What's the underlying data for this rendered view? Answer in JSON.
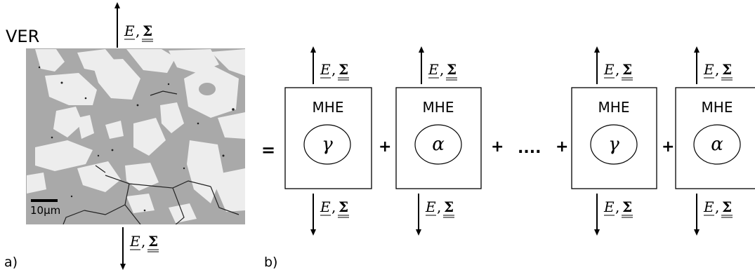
{
  "panel_a": {
    "label": "a)",
    "title": "VER",
    "load_label_E": "E",
    "load_label_sep": ",",
    "load_label_Sigma": "Σ",
    "scale_bar_label": "10μm"
  },
  "panel_b": {
    "label": "b)",
    "equals": "=",
    "ellipsis": "....",
    "plus": "+",
    "cells": [
      {
        "title": "MHE",
        "phase": "γ",
        "load_E": "E",
        "load_sep": ",",
        "load_Sigma": "Σ"
      },
      {
        "title": "MHE",
        "phase": "α",
        "load_E": "E",
        "load_sep": ",",
        "load_Sigma": "Σ"
      },
      {
        "title": "MHE",
        "phase": "γ",
        "load_E": "E",
        "load_sep": ",",
        "load_Sigma": "Σ"
      },
      {
        "title": "MHE",
        "phase": "α",
        "load_E": "E",
        "load_sep": ",",
        "load_Sigma": "Σ"
      }
    ]
  },
  "colors": {
    "micrograph_matrix": "#a9a9a9",
    "micrograph_grain": "#ededed",
    "ink": "#000000"
  }
}
